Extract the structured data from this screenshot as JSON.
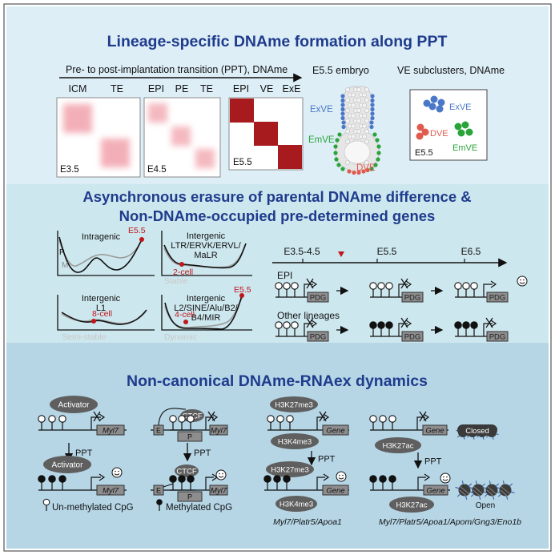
{
  "panel1": {
    "title": "Lineage-specific DNAme formation along PPT",
    "arrow_label": "Pre- to post-implantation transition (PPT), DNAme",
    "matrices": [
      {
        "labels": [
          "ICM",
          "TE"
        ],
        "stage": "E3.5"
      },
      {
        "labels": [
          "EPI",
          "PE",
          "TE"
        ],
        "stage": "E4.5"
      },
      {
        "labels": [
          "EPI",
          "VE",
          "ExE"
        ],
        "stage": "E5.5"
      }
    ],
    "embryo": {
      "title": "E5.5 embryo",
      "exve": "ExVE",
      "emve": "EmVE",
      "dve": "DVE"
    },
    "subclusters": {
      "title": "VE subclusters, DNAme",
      "exve": "ExVE",
      "dve": "DVE",
      "emve": "EmVE",
      "stage": "E5.5"
    }
  },
  "panel2": {
    "title_line1": "Asynchronous erasure of parental DNAme difference &",
    "title_line2": "Non-DNAme-occupied pre-determined genes",
    "plots": [
      {
        "title": "Intragenic",
        "p": "P",
        "m": "M",
        "point": "E5.5"
      },
      {
        "title_lines": [
          "Intergenic",
          "LTR/ERVK/ERVL/",
          "MaLR"
        ],
        "point": "2-cell",
        "status": "Stable"
      },
      {
        "title_lines": [
          "Intergenic",
          "L1"
        ],
        "point": "8-cell",
        "status": "Semi-stable"
      },
      {
        "title_lines": [
          "Intergenic",
          "L2/SINE/Alu/B2/",
          "B4/MIR"
        ],
        "point": "4-cell",
        "point2": "E5.5",
        "status": "Dynamic"
      }
    ],
    "timeline": [
      "E3.5-4.5",
      "E5.5",
      "E6.5"
    ],
    "epi_label": "EPI",
    "other_label": "Other lineages",
    "pdg": "PDG"
  },
  "panel3": {
    "title": "Non-canonical DNAme-RNAex dynamics",
    "ppt": "PPT",
    "activator": "Activator",
    "myl7": "Myl7",
    "ctcf": "CTCF",
    "e": "E",
    "p": "P",
    "h3k27me3": "H3K27me3",
    "h3k4me3": "H3K4me3",
    "h3k27ac": "H3K27ac",
    "gene": "Gene",
    "closed": "Closed",
    "open": "Open",
    "caption3": "Myl7/Platr5/Apoa1",
    "caption4": "Myl7/Platr5/Apoa1/Apom/Gng3/Eno1b",
    "legend_unmeth": "Un-methylated CpG",
    "legend_meth": "Methylated CpG"
  },
  "colors": {
    "panel1_bg": "#ddeef7",
    "panel2_bg": "#cde7ee",
    "panel3_bg": "#b6d6e6",
    "title": "#1f3b8c",
    "pink": "#f2a7b0",
    "darkred": "#a71b1f",
    "exve": "#4a78c8",
    "emve": "#2aa43a",
    "dve": "#e05a4e"
  }
}
